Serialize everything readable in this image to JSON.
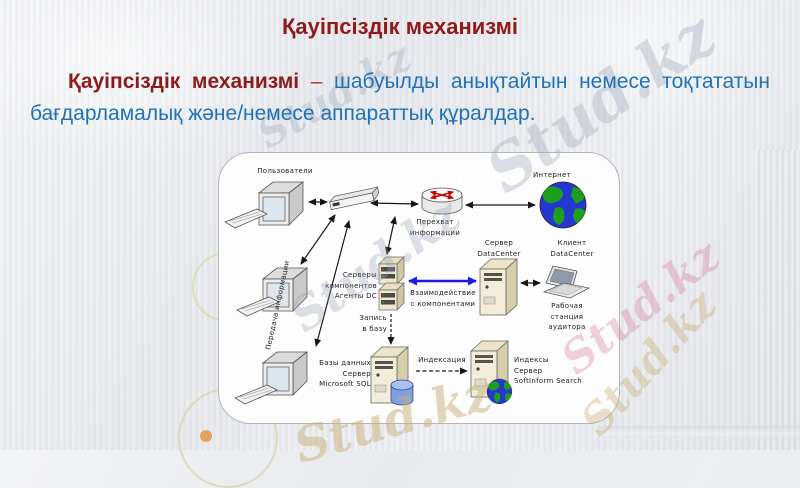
{
  "slide": {
    "title": "Қауіпсіздік механизмі",
    "body": {
      "term": "Қауіпсіздік механизмі",
      "dash": "–",
      "text": "шабуылды анықтайтын немесе тоқтататын бағдарламалық және/немесе аппараттық құралдар."
    }
  },
  "watermark": {
    "text": "Stud.kz"
  },
  "diagram": {
    "labels": {
      "users": "Пользователи",
      "internet": "Интернет",
      "intercept": "Перехват\nинформации",
      "transfer": "Передача информации",
      "components": "Серверы\nкомпонентов\nАгенты DC",
      "interaction": "Взаимодействие\nс компонентами",
      "server_dc": "Сервер\nDataCenter",
      "client_dc": "Клиент\nDataCenter",
      "auditor": "Рабочая\nстанция\nаудитора",
      "write_db": "Запись\nв базу",
      "sql_server": "Базы данных\nСервер\nMicrosoft SQL",
      "indexing": "Индексация",
      "index_server": "Индексы\nСервер\nSoftInform Search"
    },
    "icons": {
      "user_computer": "crt-monitor-with-keyboard-icon",
      "hub": "network-hub-icon",
      "router": "router-icon",
      "internet": "globe-icon",
      "component_rack": "rack-server-icon",
      "datacenter_server": "tower-server-icon",
      "datacenter_client": "laptop-icon",
      "sql_database": "database-cylinder-icon",
      "search_server": "tower-server-globe-icon"
    }
  },
  "colors": {
    "title_red": "#8e1b1b",
    "body_blue": "#1f72b8",
    "dash_red": "#a0392c",
    "arrow_blue": "#1a1aee",
    "watermark_gray": "#a5afbe",
    "watermark_tan": "#c8af78",
    "watermark_pink": "#d7789a"
  }
}
